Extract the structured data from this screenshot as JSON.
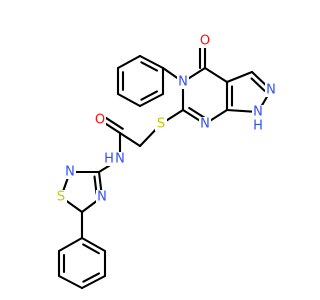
{
  "molecule": {
    "atoms": {
      "o_ketone": "O",
      "n5": "N",
      "n_pyrazole": "N",
      "n1h": "N",
      "h1": "H",
      "n7": "N",
      "s_thioether": "S",
      "o_amide": "O",
      "n_amide": "N",
      "h_amide": "H",
      "s_thiadiazole": "S",
      "n_thiadiazole_a": "N",
      "n_thiadiazole_b": "N"
    },
    "colors": {
      "bond": "#000000",
      "oxygen": "#ff0d0d",
      "nitrogen": "#3050f8",
      "sulfur": "#c8c800"
    }
  }
}
